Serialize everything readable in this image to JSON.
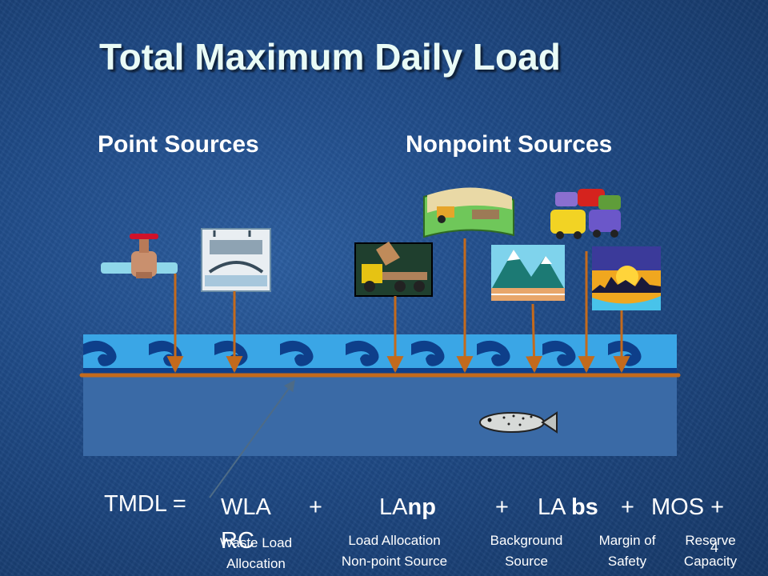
{
  "title": "Total Maximum Daily Load",
  "headings": {
    "point": "Point Sources",
    "nonpoint": "Nonpoint Sources"
  },
  "formula": {
    "lhs": "TMDL =",
    "wla": "WLA",
    "plus1": "+",
    "la_np_prefix": "LA",
    "la_np_bold": "np",
    "plus2": "+",
    "la_bs_prefix": "LA ",
    "la_bs_bold": "bs",
    "plus3": "+",
    "mos": "MOS +",
    "rc": "RC"
  },
  "captions": {
    "wla_1": "Waste Load",
    "wla_2": "Allocation",
    "lanp_1": "Load Allocation",
    "lanp_2": "Non-point Source",
    "labs_1": "Background",
    "labs_2": "Source",
    "mos_1": "Margin of",
    "mos_2": "Safety",
    "rc_1": "Reserve",
    "rc_2": "Capacity"
  },
  "slide_number": "4",
  "colors": {
    "arrow": "#c36a1c",
    "wave": "#3aa6e6",
    "water": "#3a6aa6"
  }
}
